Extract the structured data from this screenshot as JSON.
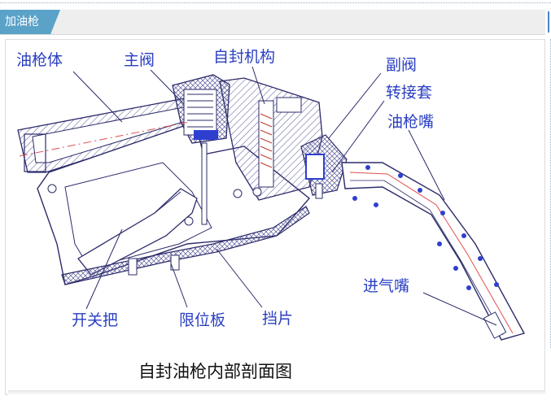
{
  "header": {
    "tab_label": "加油枪"
  },
  "diagram": {
    "caption": "自封油枪内部剖面图",
    "labels": {
      "gun_body": "油枪体",
      "main_valve": "主阀",
      "self_seal": "自封机构",
      "aux_valve": "副阀",
      "adapter": "转接套",
      "nozzle": "油枪嘴",
      "air_inlet": "进气嘴",
      "switch_handle": "开关把",
      "limit_plate": "限位板",
      "stop_piece": "挡片"
    },
    "colors": {
      "label": "#2a3fc2",
      "outline": "#2b2b6a",
      "center_line": "#e05050",
      "accent": "#5aa2c8"
    }
  }
}
